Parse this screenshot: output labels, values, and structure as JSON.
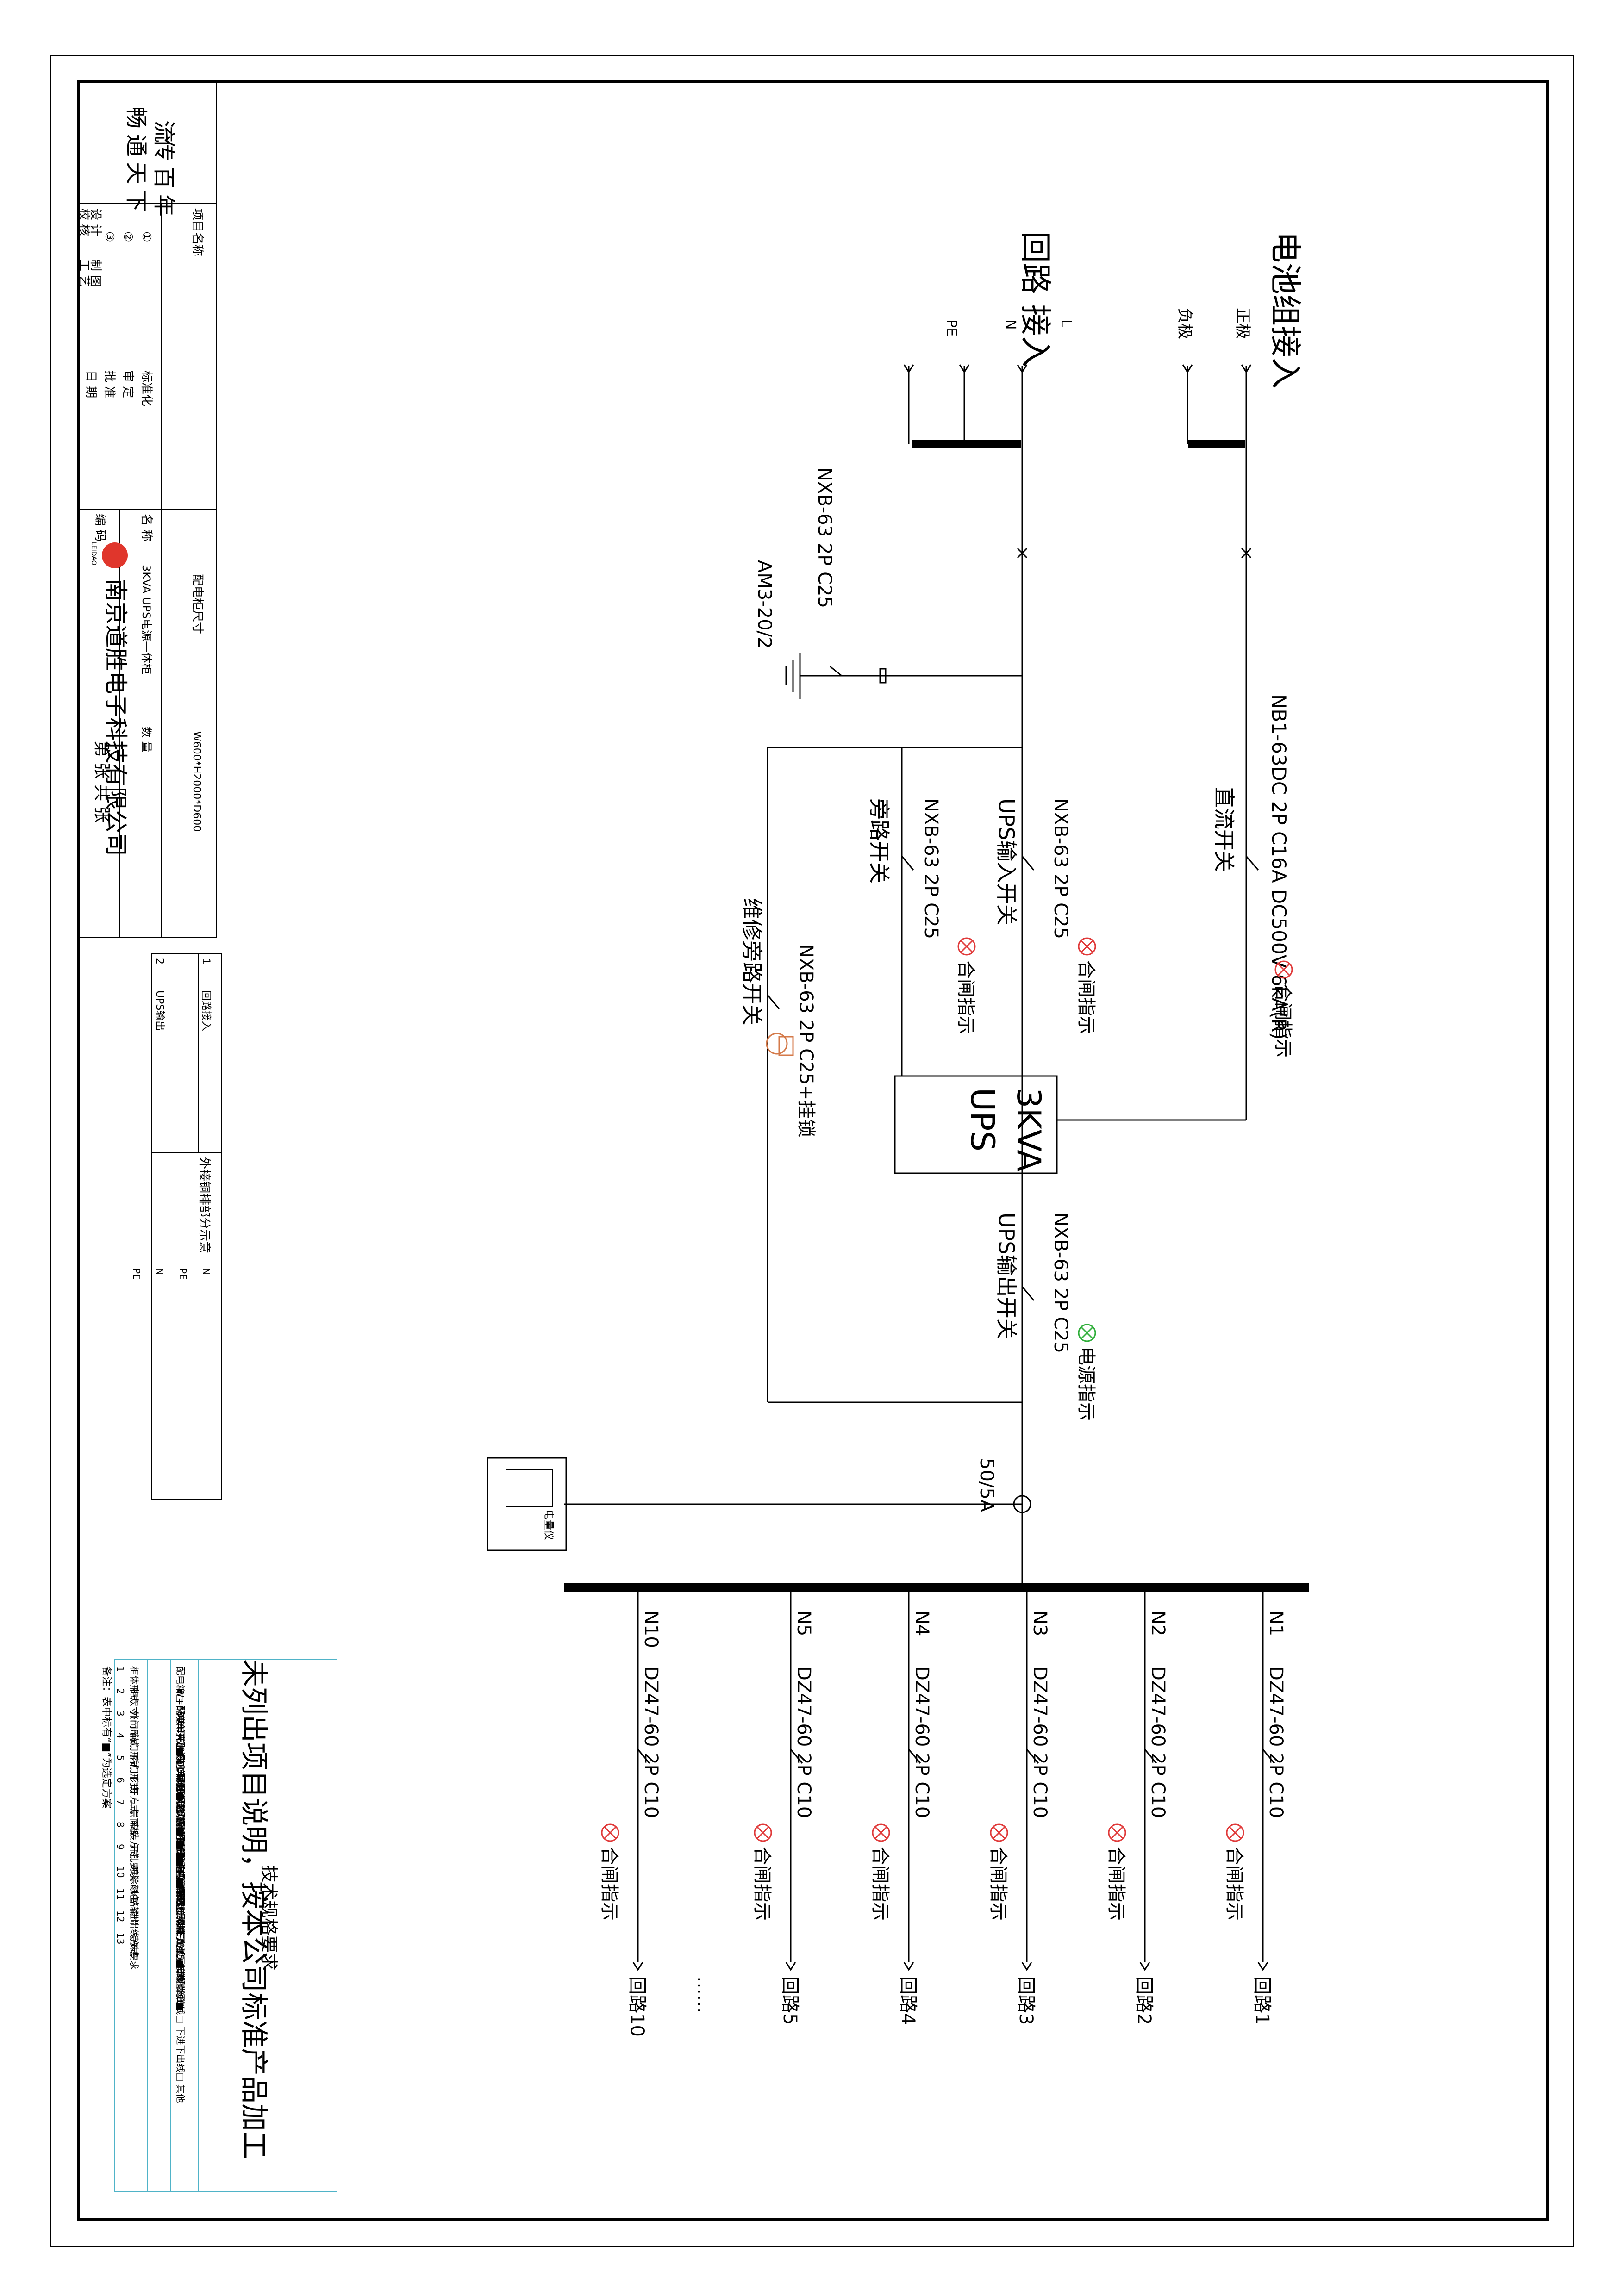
{
  "diagram": {
    "battery": {
      "title": "电池组接入",
      "positive": "正极",
      "negative": "负极"
    },
    "input": {
      "title": "回路 接入",
      "l": "L",
      "n": "N",
      "pe": "PE"
    },
    "components": {
      "main_switch": "NXB-63 2P C25",
      "arrester": "AM3-20/2",
      "dc_switch_model": "NB1-63DC 2P C16A DC500V 6kA(R)",
      "dc_switch_name": "直流开关",
      "ups_in_model": "NXB-63 2P C25",
      "ups_in_name": "UPS输入开关",
      "bypass_model": "NXB-63 2P C25",
      "bypass_name": "旁路开关",
      "maint_model": "NXB-63 2P C25+挂锁",
      "maint_name": "维修旁路开关",
      "ups_line1": "3KVA",
      "ups_line2": "UPS",
      "ups_out_model": "NXB-63 2P C25",
      "ups_out_name": "UPS输出开关",
      "ct": "50/5A",
      "meter": "电量仪",
      "close_indicator": "合闸指示",
      "power_indicator": "电源指示"
    },
    "branches": [
      {
        "id": "N1",
        "breaker": "DZ47-60 2P C10",
        "indicator": "合闸指示",
        "circuit": "回路1"
      },
      {
        "id": "N2",
        "breaker": "DZ47-60 2P C10",
        "indicator": "合闸指示",
        "circuit": "回路2"
      },
      {
        "id": "N3",
        "breaker": "DZ47-60 2P C10",
        "indicator": "合闸指示",
        "circuit": "回路3"
      },
      {
        "id": "N4",
        "breaker": "DZ47-60 2P C10",
        "indicator": "合闸指示",
        "circuit": "回路4"
      },
      {
        "id": "N5",
        "breaker": "DZ47-60 2P C10",
        "indicator": "合闸指示",
        "circuit": "回路5"
      },
      {
        "id": "N10",
        "breaker": "DZ47-60 2P C10",
        "indicator": "合闸指示",
        "circuit": "回路10"
      }
    ],
    "ellipsis": "……"
  },
  "title_block": {
    "slogan": [
      "流",
      "畅",
      "传",
      "通",
      "百",
      "天",
      "年",
      "下"
    ],
    "project_label": "项目名称",
    "rows": [
      "①",
      "②",
      "③"
    ],
    "roles": [
      "设 计",
      "制 图",
      "校 核",
      "工 艺"
    ],
    "roles2": [
      "标准化",
      "审 定",
      "批 准",
      "日 期"
    ],
    "size_label": "配电柜尺寸",
    "size_value": "W600*H2000*D600",
    "name_label": "名 称",
    "name_value": "3KVA UPS电源一体柜",
    "code_label": "编 码",
    "qty_label": "数 量",
    "sheet": "第    张  共    张",
    "company": "南京道胜电子科技有限公司",
    "logo_text": "LEIDAO"
  },
  "ext_table": {
    "title": "外接铜排部分示意",
    "rows": [
      {
        "no": "1",
        "name": "回路接入",
        "labels": [
          "N",
          "PE"
        ]
      },
      {
        "no": "2",
        "name": "UPS输出",
        "labels": [
          "N",
          "PE"
        ]
      }
    ]
  },
  "spec": {
    "heading": "未列出项目说明，按本公司标准产品加工",
    "subheading": "技术规格要求",
    "rows": [
      {
        "no": "1",
        "name": "柜体形式",
        "value": "配电箱□  配电单元□  PDU配柜■  2U柜□  其他"
      },
      {
        "no": "2",
        "name": "柜尺寸(mm)",
        "value": "W=600  H=2000  D=600"
      },
      {
        "no": "3",
        "name": "外门形式",
        "value": "前单开门■  前单开双门□  其他"
      },
      {
        "no": "4",
        "name": "前门形式",
        "value": "夹心门□  钢化玻璃门□  网孔门■  其他"
      },
      {
        "no": "5",
        "name": "后门形式",
        "value": "夹心门□  钢化玻璃门□  网孔门■  其他"
      },
      {
        "no": "6",
        "name": "门开方式",
        "value": "向右开启(门轴在右)■  向左开启(门轴在左)□  其他"
      },
      {
        "no": "7",
        "name": "二层面板",
        "value": "碳钢板■  镀锌板□  无面板□"
      },
      {
        "no": "8",
        "name": "安装方式",
        "value": "落地■  壁挂□  挂箱□"
      },
      {
        "no": "9",
        "name": "开孔要求",
        "value": "无■  有□  排列方式"
      },
      {
        "no": "10",
        "name": "喷涂颜色",
        "value": "RAL9001□  RAL7035■  其他颜色"
      },
      {
        "no": "11",
        "name": "支路输出",
        "value": "配置接线端子□  无接线端子■"
      },
      {
        "no": "12",
        "name": "进出线方式",
        "value": "上进下出线□  上进上出线□  下进下出线□  其他"
      },
      {
        "no": "13",
        "name": "特殊要求",
        "value": ""
      }
    ],
    "note": "备注：表中标有“■”为选定方案"
  },
  "colors": {
    "line": "#000000",
    "indicator": "#e03a3a",
    "power": "#2fae3a",
    "cyan": "#4fb3c8"
  }
}
